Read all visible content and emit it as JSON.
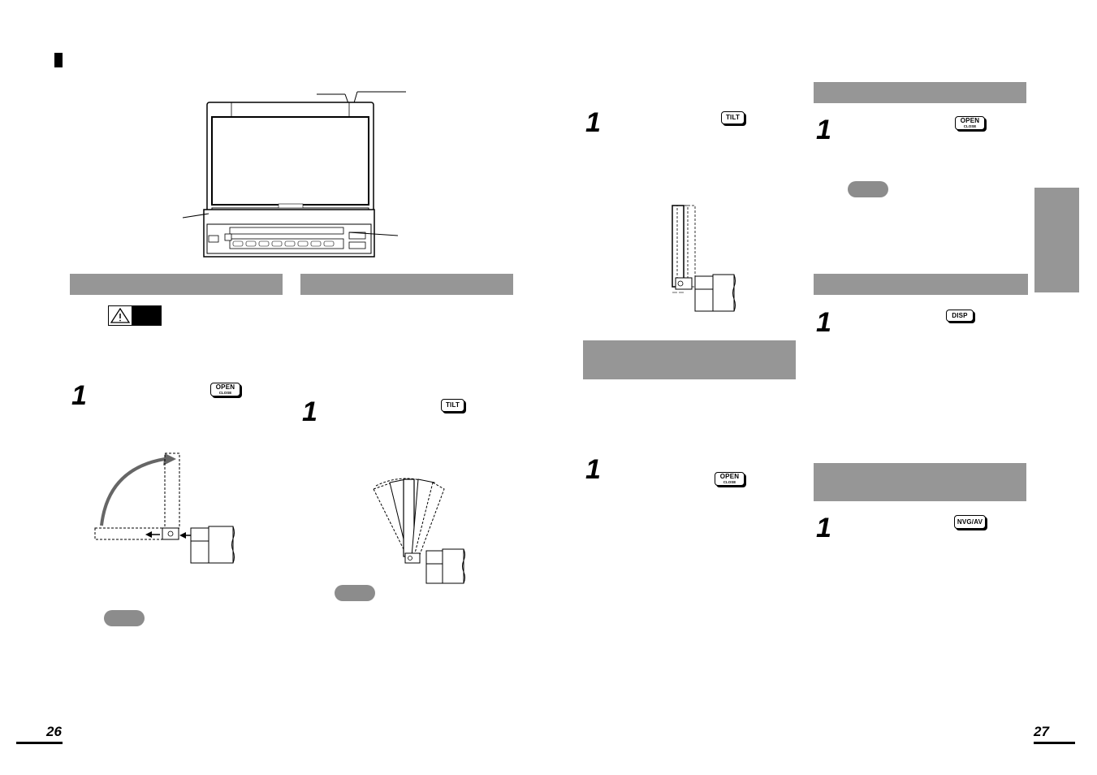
{
  "document": {
    "page_left": "26",
    "page_right": "27"
  },
  "step_number": "1",
  "buttons": {
    "open_close": {
      "main": "OPEN",
      "sub": "CLOSE"
    },
    "tilt": "TILT",
    "disp": "DISP",
    "nvg_av": "NVG/AV"
  },
  "colors": {
    "section_bar": "#969696",
    "note_pill": "#8c8c8c",
    "side_tab": "#969696",
    "caution_label": "#000000"
  }
}
